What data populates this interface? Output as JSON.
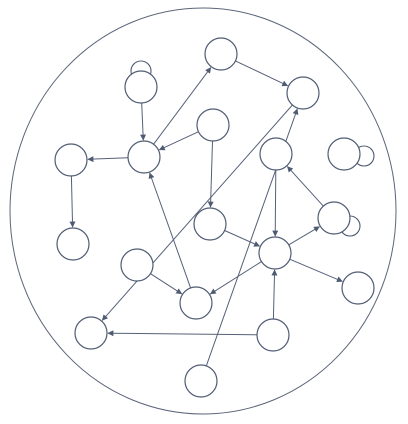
{
  "diagram": {
    "type": "directed-graph",
    "nodes": [
      {
        "id": "a",
        "self_loop": true
      },
      {
        "id": "b"
      },
      {
        "id": "c"
      },
      {
        "id": "d"
      },
      {
        "id": "e"
      },
      {
        "id": "f"
      },
      {
        "id": "g"
      },
      {
        "id": "h"
      },
      {
        "id": "i"
      },
      {
        "id": "j"
      },
      {
        "id": "k",
        "self_loop": true
      },
      {
        "id": "l"
      },
      {
        "id": "m",
        "self_loop": true
      },
      {
        "id": "n"
      },
      {
        "id": "o"
      },
      {
        "id": "p"
      },
      {
        "id": "q"
      },
      {
        "id": "r"
      }
    ],
    "edges": [
      {
        "from": "a",
        "to": "e"
      },
      {
        "from": "e",
        "to": "b"
      },
      {
        "from": "b",
        "to": "c"
      },
      {
        "from": "d",
        "to": "e"
      },
      {
        "from": "d",
        "to": "i"
      },
      {
        "from": "e",
        "to": "f"
      },
      {
        "from": "f",
        "to": "g"
      },
      {
        "from": "g",
        "to": "q"
      },
      {
        "from": "h",
        "to": "o"
      },
      {
        "from": "i",
        "to": "l"
      },
      {
        "from": "j",
        "to": "l"
      },
      {
        "from": "l",
        "to": "k"
      },
      {
        "from": "k",
        "to": "j"
      },
      {
        "from": "l",
        "to": "o"
      },
      {
        "from": "l",
        "to": "n"
      },
      {
        "from": "o",
        "to": "e"
      },
      {
        "from": "p",
        "to": "l"
      },
      {
        "from": "p",
        "to": "q"
      },
      {
        "from": "r",
        "to": "g"
      }
    ]
  }
}
